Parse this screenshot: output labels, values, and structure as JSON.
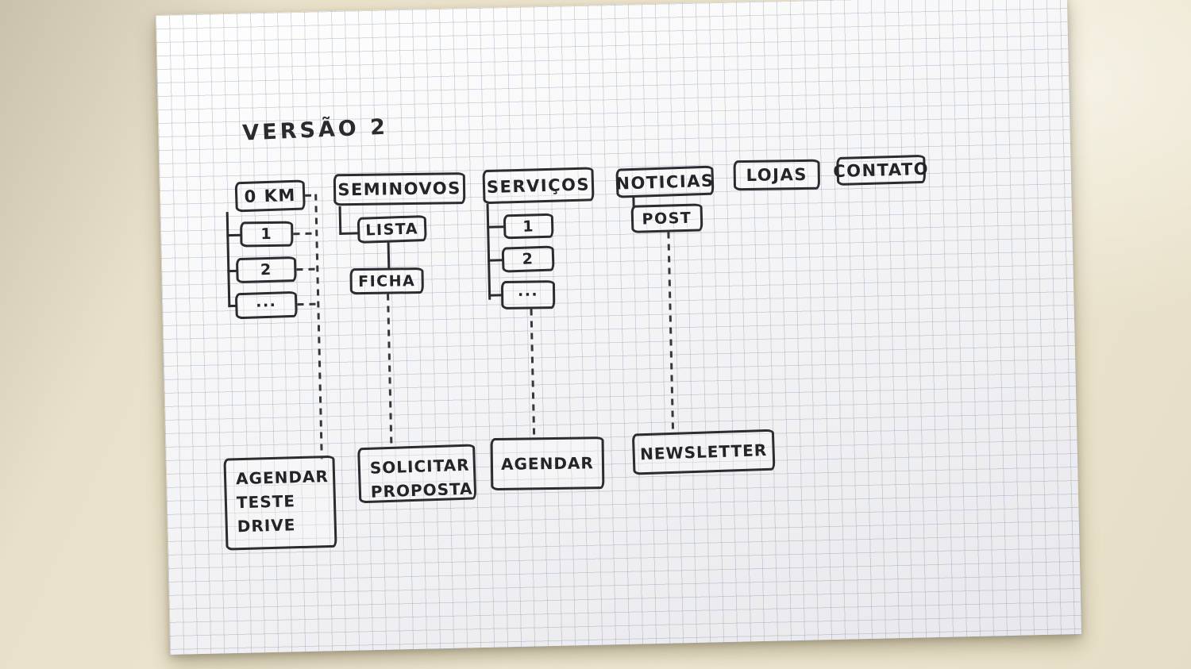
{
  "page": {
    "title": "VERSÃO 2"
  },
  "colors": {
    "ink": "#2b2b30",
    "paper": "#f6f6f7",
    "grid": "#aab4c6",
    "desk": "#e8e0c9"
  },
  "sitemap": {
    "okm": {
      "label": "0 KM",
      "items": [
        "1",
        "2",
        "···"
      ],
      "action": "AGENDAR\nTESTE\nDRIVE"
    },
    "seminovos": {
      "label": "SEMINOVOS",
      "lista": "LISTA",
      "ficha": "FICHA",
      "action": "SOLICITAR\nPROPOSTA"
    },
    "servicos": {
      "label": "SERVIÇOS",
      "items": [
        "1",
        "2",
        "···"
      ],
      "action": "AGENDAR"
    },
    "noticias": {
      "label": "NOTICIAS",
      "post": "POST",
      "action": "NEWSLETTER"
    },
    "lojas": {
      "label": "LOJAS"
    },
    "contato": {
      "label": "CONTATO"
    }
  }
}
